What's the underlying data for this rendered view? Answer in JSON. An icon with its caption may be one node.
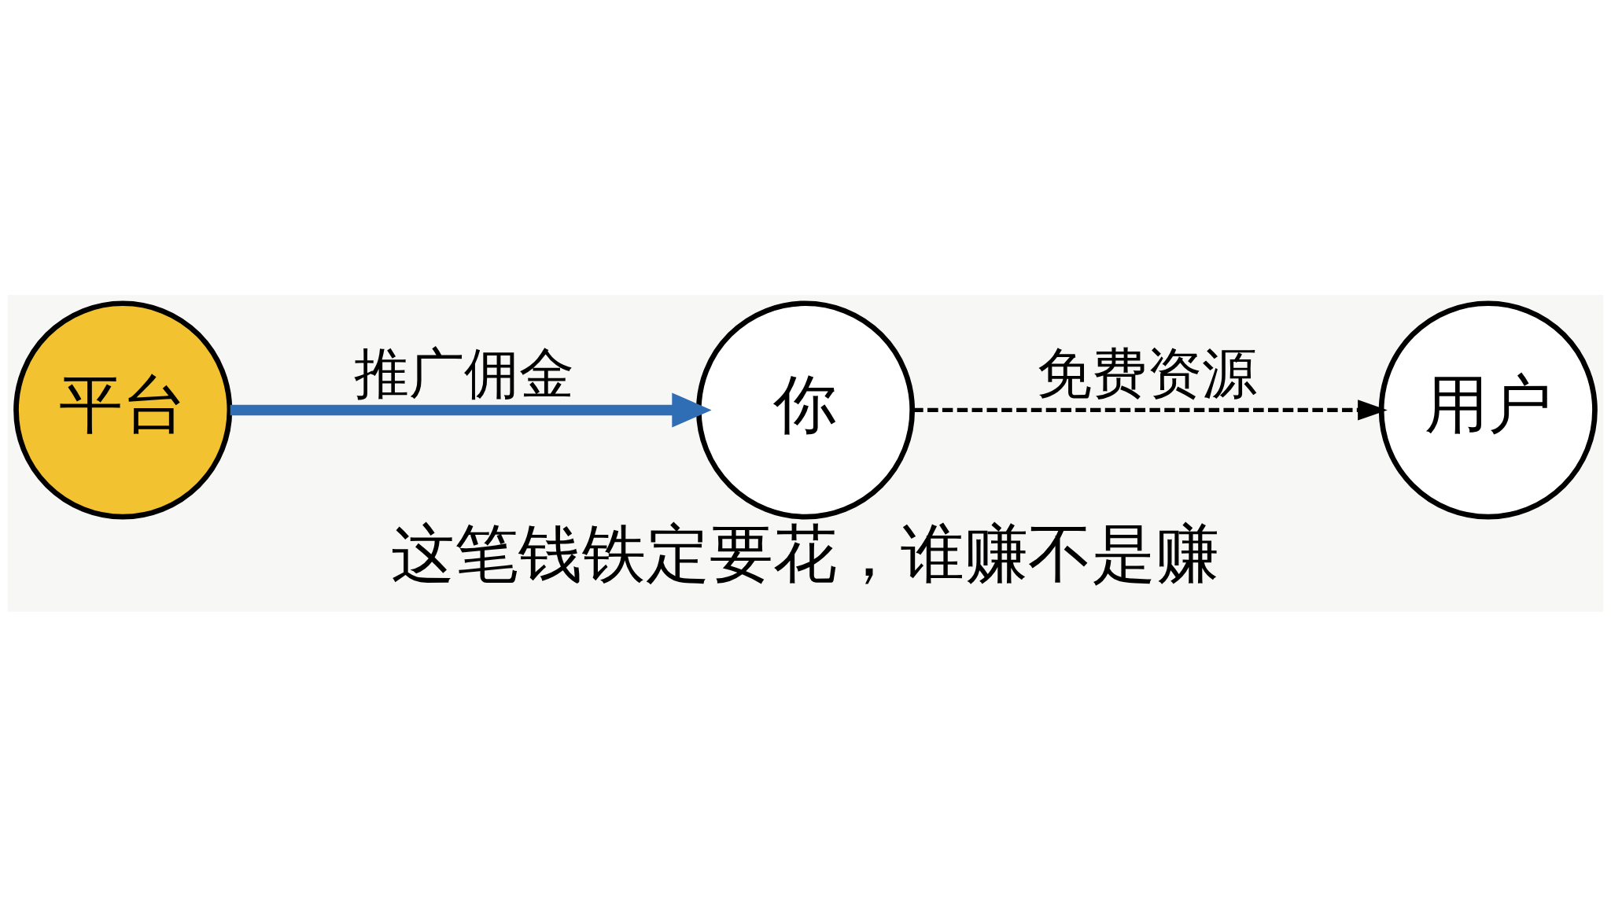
{
  "diagram": {
    "caption": "这笔钱铁定要花，谁赚不是赚",
    "nodes": [
      {
        "text": [
          "平台"
        ]
      },
      {
        "text": [
          "你"
        ]
      },
      {
        "text": [
          "用户"
        ]
      }
    ],
    "edges": [
      {
        "from": 0,
        "to": 1,
        "arrow": "to",
        "label": "推广佣金",
        "style": "thick",
        "color": "#2f6db5"
      },
      {
        "from": 1,
        "to": 2,
        "arrow": "to",
        "label": "免费资源",
        "style": "dashed",
        "color": "#000000"
      }
    ]
  }
}
